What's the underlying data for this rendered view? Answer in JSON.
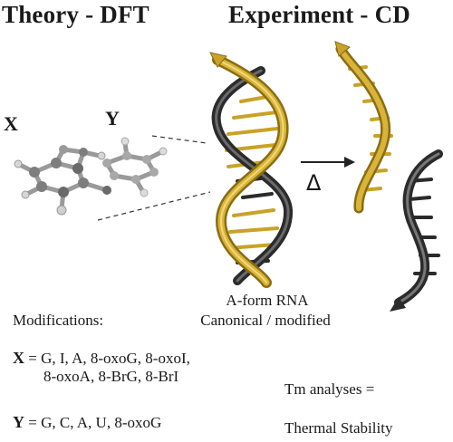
{
  "headings": {
    "theory": "Theory - DFT",
    "experiment": "Experiment - CD"
  },
  "molecule": {
    "x_label": "X",
    "y_label": "Y"
  },
  "rna": {
    "form_label": "A-form RNA",
    "subtitle": "Canonical / modified"
  },
  "arrow": {
    "symbol": "Δ"
  },
  "modifications": {
    "title": "Modifications:",
    "x_prefix": "X",
    "x_values_line1": " = G, I, A, 8-oxoG, 8-oxoI,",
    "x_values_line2": "8-oxoA, 8-BrG, 8-BrI",
    "y_prefix": "Y",
    "y_values": " = G, C, A, U, 8-oxoG"
  },
  "tm": {
    "line1": "Tm analyses =",
    "line2": "Thermal Stability"
  },
  "colors": {
    "gold": "#c9a227",
    "gold_dark": "#8a6d12",
    "strand_black": "#2b2b2b",
    "atom_grey": "#8c8c8c"
  }
}
